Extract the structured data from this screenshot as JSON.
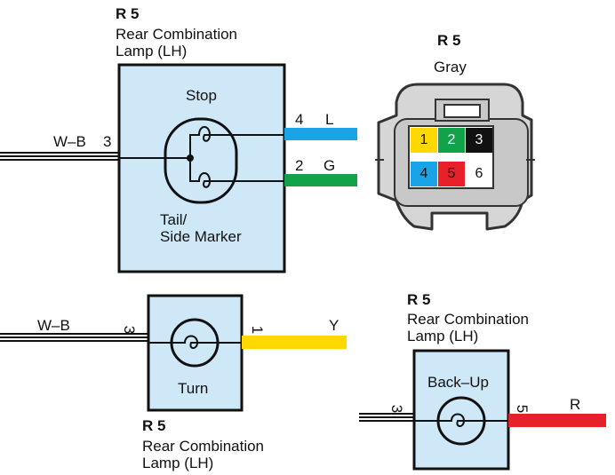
{
  "colors": {
    "box_fill": "#cfe8f8",
    "L_blue": "#1aa3e6",
    "G_green": "#12a24a",
    "Y_yellow": "#ffd800",
    "R_red": "#e8202a",
    "connector_fill": "#d6d6d6",
    "connector_stroke": "#333333"
  },
  "component_stop_tail": {
    "code": "R 5",
    "name_line1": "Rear Combination",
    "name_line2": "Lamp (LH)",
    "label_stop": "Stop",
    "label_tail_line1": "Tail/",
    "label_tail_line2": "Side Marker",
    "input_wire": "W–B",
    "input_pin": "3",
    "out1_pin": "4",
    "out1_wire": "L",
    "out2_pin": "2",
    "out2_wire": "G"
  },
  "connector": {
    "code": "R 5",
    "color_name": "Gray",
    "pins": [
      {
        "num": "1",
        "color": "#ffd800",
        "text_color": "#111111"
      },
      {
        "num": "2",
        "color": "#12a24a",
        "text_color": "#ffffff"
      },
      {
        "num": "3",
        "color": "#111111",
        "text_color": "#ffffff"
      },
      {
        "num": "4",
        "color": "#1aa3e6",
        "text_color": "#111111"
      },
      {
        "num": "5",
        "color": "#e8202a",
        "text_color": "#111111"
      },
      {
        "num": "6",
        "color": "#ffffff",
        "text_color": "#111111"
      }
    ]
  },
  "component_turn": {
    "code": "R 5",
    "name_line1": "Rear Combination",
    "name_line2": "Lamp (LH)",
    "label": "Turn",
    "input_wire": "W–B",
    "input_pin": "3",
    "out_pin": "1",
    "out_wire": "Y"
  },
  "component_backup": {
    "code": "R 5",
    "name_line1": "Rear Combination",
    "name_line2": "Lamp (LH)",
    "label": "Back–Up",
    "input_pin": "3",
    "out_pin": "5",
    "out_wire": "R"
  }
}
